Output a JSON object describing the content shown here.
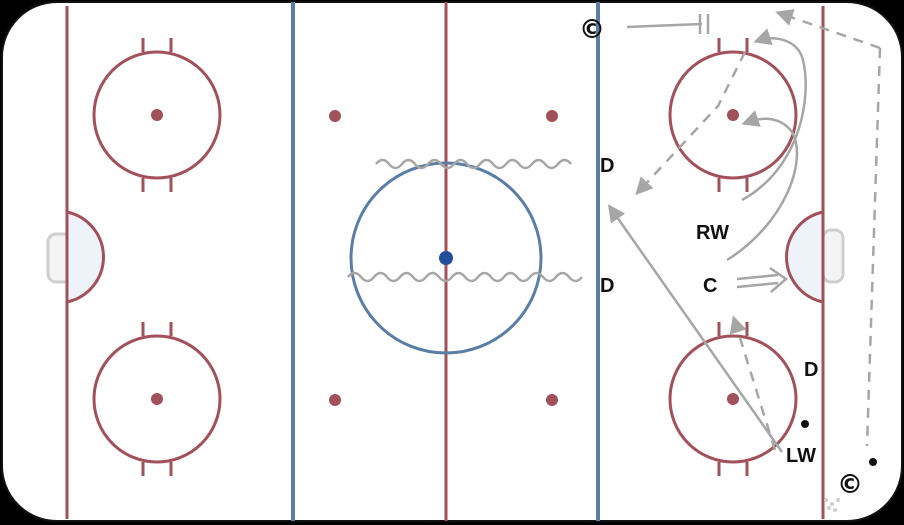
{
  "colors": {
    "ice": "#ffffff",
    "background": "#000000",
    "red_line": "#a2505a",
    "blue_line": "#5a7ea6",
    "center_dot": "#1f4f9a",
    "crease_fill": "#eef3fa",
    "board": "#111111",
    "drill_line": "#a6a6a6",
    "net": "#cfcfcf"
  },
  "player_labels": {
    "d_top": "D",
    "d_mid": "D",
    "d_low": "D",
    "rw": "RW",
    "c": "C",
    "lw": "LW"
  },
  "coach_marks": {
    "top": "©",
    "bottom": "©"
  }
}
